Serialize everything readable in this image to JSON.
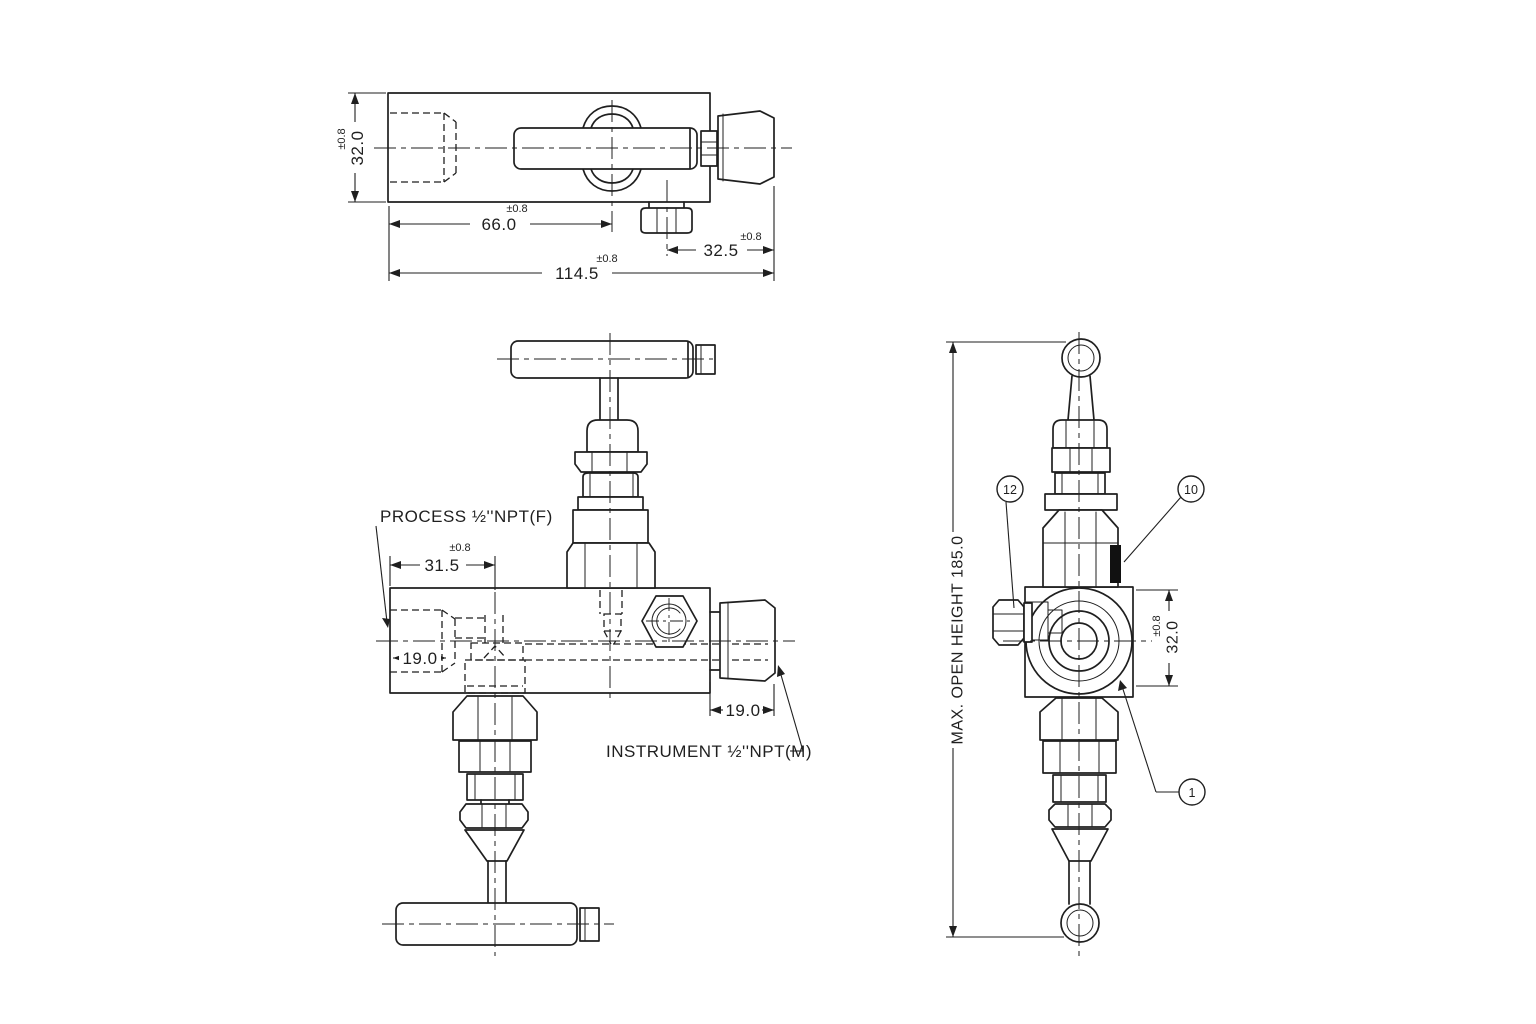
{
  "colors": {
    "background": "#ffffff",
    "line": "#1f1f1f",
    "tag_fill": "#111111"
  },
  "top_view": {
    "height_dim": {
      "tol": "±0.8",
      "value": "32.0"
    },
    "handle_dim": {
      "tol": "±0.8",
      "value": "66.0"
    },
    "vent_dim": {
      "tol": "±0.8",
      "value": "32.5"
    },
    "overall_dim": {
      "tol": "±0.8",
      "value": "114.5"
    }
  },
  "front_view": {
    "process_label": "PROCESS ½''NPT(F)",
    "instrument_label": "INSTRUMENT ½''NPT(M)",
    "offset_dim": {
      "tol": "±0.8",
      "value": "31.5"
    },
    "process_depth_dim": {
      "value": "19.0"
    },
    "instrument_length_dim": {
      "value": "19.0"
    }
  },
  "side_view": {
    "open_height_dim": {
      "value": "MAX. OPEN HEIGHT 185.0"
    },
    "body_height_dim": {
      "tol": "±0.8",
      "value": "32.0"
    },
    "balloons": [
      {
        "id": "12"
      },
      {
        "id": "10"
      },
      {
        "id": "1"
      }
    ]
  }
}
